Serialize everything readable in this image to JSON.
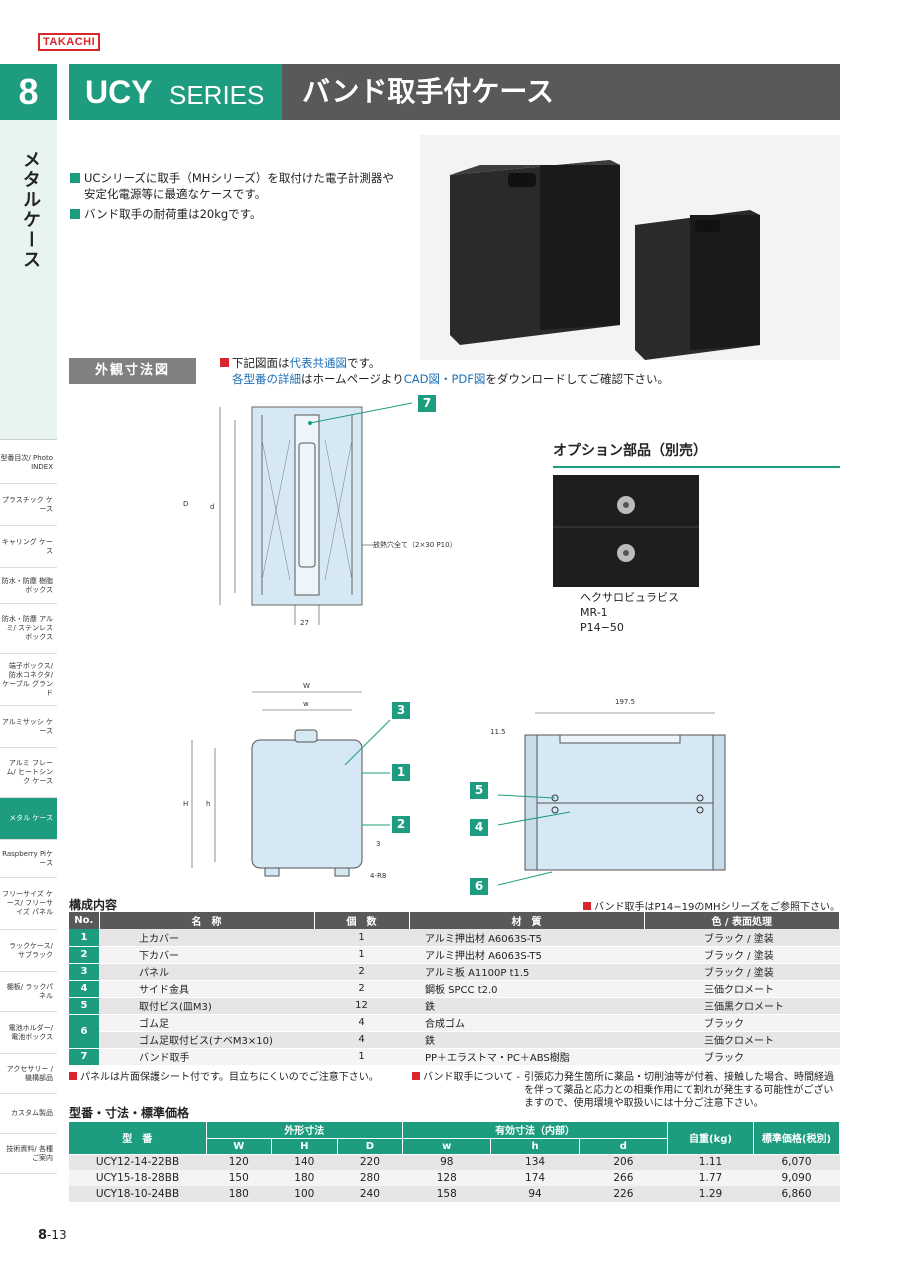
{
  "brand": "TAKACHI",
  "chapter": {
    "number": "8",
    "title": "メタルケース"
  },
  "header": {
    "model": "UCY",
    "series": "SERIES",
    "title": "バンド取手付ケース"
  },
  "intro": [
    "UCシリーズに取手（MHシリーズ）を取付けた電子計測器や安定化電源等に最適なケースです。",
    "バンド取手の耐荷重は20kgです。"
  ],
  "section_label": "外観寸法図",
  "drawing_note": {
    "line1_prefix": "下記図面は",
    "line1_link": "代表共通図",
    "line1_suffix": "です。",
    "line2_a": "各型番の詳細",
    "line2_b": "はホームページより",
    "line2_c": "CAD図・PDF図",
    "line2_d": "をダウンロードしてご確認下さい。"
  },
  "option": {
    "title": "オプション部品（別売）",
    "name": "ヘクサロビュラビス",
    "code": "MR-1",
    "page": "P14−50"
  },
  "drawing_labels": {
    "D": "D",
    "d": "d",
    "dim27": "27",
    "vent": "放熱穴全て（2×30 P10）",
    "W": "W",
    "w": "w",
    "H": "H",
    "h": "h",
    "dim3": "3",
    "r8": "4-R8",
    "dim197": "197.5",
    "dim11": "11.5"
  },
  "callouts": [
    "7",
    "3",
    "1",
    "2",
    "5",
    "4",
    "6"
  ],
  "sidebar": [
    "型番目次/ Photo INDEX",
    "プラスチック ケース",
    "キャリング ケース",
    "防水・防塵 樹脂ボックス",
    "防水・防塵 アルミ/ ステンレス ボックス",
    "端子ボックス/ 防水コネクタ/ ケーブル グランド",
    "アルミサッシ ケース",
    "アルミ フレーム/ ヒートシンク ケース",
    "メタル ケース",
    "Raspberry Piケース",
    "フリーサイズ ケース/ フリーサイズ パネル",
    "ラックケース/ サブラック",
    "棚板/ ラックパネル",
    "電池ホルダー/ 電池ボックス",
    "アクセサリー /機構部品",
    "カスタム製品",
    "技術資料/ 各種ご案内"
  ],
  "parts_table": {
    "title": "構成内容",
    "note": "バンド取手はP14−19のMHシリーズをご参照下さい。",
    "headers": [
      "No.",
      "名　称",
      "個　数",
      "材　質",
      "色 / 表面処理"
    ],
    "rows": [
      {
        "no": "1",
        "name": "上カバー",
        "qty": "1",
        "mat": "アルミ押出材 A6063S-T5",
        "color": "ブラック / 塗装"
      },
      {
        "no": "2",
        "name": "下カバー",
        "qty": "1",
        "mat": "アルミ押出材 A6063S-T5",
        "color": "ブラック / 塗装"
      },
      {
        "no": "3",
        "name": "パネル",
        "qty": "2",
        "mat": "アルミ板 A1100P t1.5",
        "color": "ブラック / 塗装"
      },
      {
        "no": "4",
        "name": "サイド金具",
        "qty": "2",
        "mat": "鋼板 SPCC t2.0",
        "color": "三価クロメート"
      },
      {
        "no": "5",
        "name": "取付ビス(皿M3)",
        "qty": "12",
        "mat": "鉄",
        "color": "三価黒クロメート"
      },
      {
        "no": "6",
        "name": "ゴム足",
        "qty": "4",
        "mat": "合成ゴム",
        "color": "ブラック"
      },
      {
        "no": "",
        "name": "ゴム足取付ビス(ナベM3×10)",
        "qty": "4",
        "mat": "鉄",
        "color": "三価クロメート"
      },
      {
        "no": "7",
        "name": "バンド取手",
        "qty": "1",
        "mat": "PP＋エラストマ・PC＋ABS樹脂",
        "color": "ブラック"
      }
    ],
    "footnote_left": "パネルは片面保護シート付です。目立ちにくいのでご注意下さい。",
    "footnote_right_label": "バンド取手について",
    "footnote_right_text": "引張応力発生箇所に薬品・切削油等が付着、接触した場合、時間経過を伴って薬品と応力との相乗作用にて割れが発生する可能性がございますので、使用環境や取扱いには十分ご注意下さい。"
  },
  "price_table": {
    "title": "型番・寸法・標準価格",
    "h_model": "型　番",
    "h_outer": "外形寸法",
    "h_inner": "有効寸法（内部）",
    "h_weight": "自重(kg)",
    "h_price": "標準価格(税別)",
    "sub": [
      "W",
      "H",
      "D",
      "w",
      "h",
      "d"
    ],
    "rows": [
      [
        "UCY12-14-22BB",
        "120",
        "140",
        "220",
        "98",
        "134",
        "206",
        "1.11",
        "6,070"
      ],
      [
        "UCY15-18-28BB",
        "150",
        "180",
        "280",
        "128",
        "174",
        "266",
        "1.77",
        "9,090"
      ],
      [
        "UCY18-10-24BB",
        "180",
        "100",
        "240",
        "158",
        "94",
        "226",
        "1.29",
        "6,860"
      ]
    ]
  },
  "page": {
    "chapter": "8",
    "num": "-13"
  }
}
